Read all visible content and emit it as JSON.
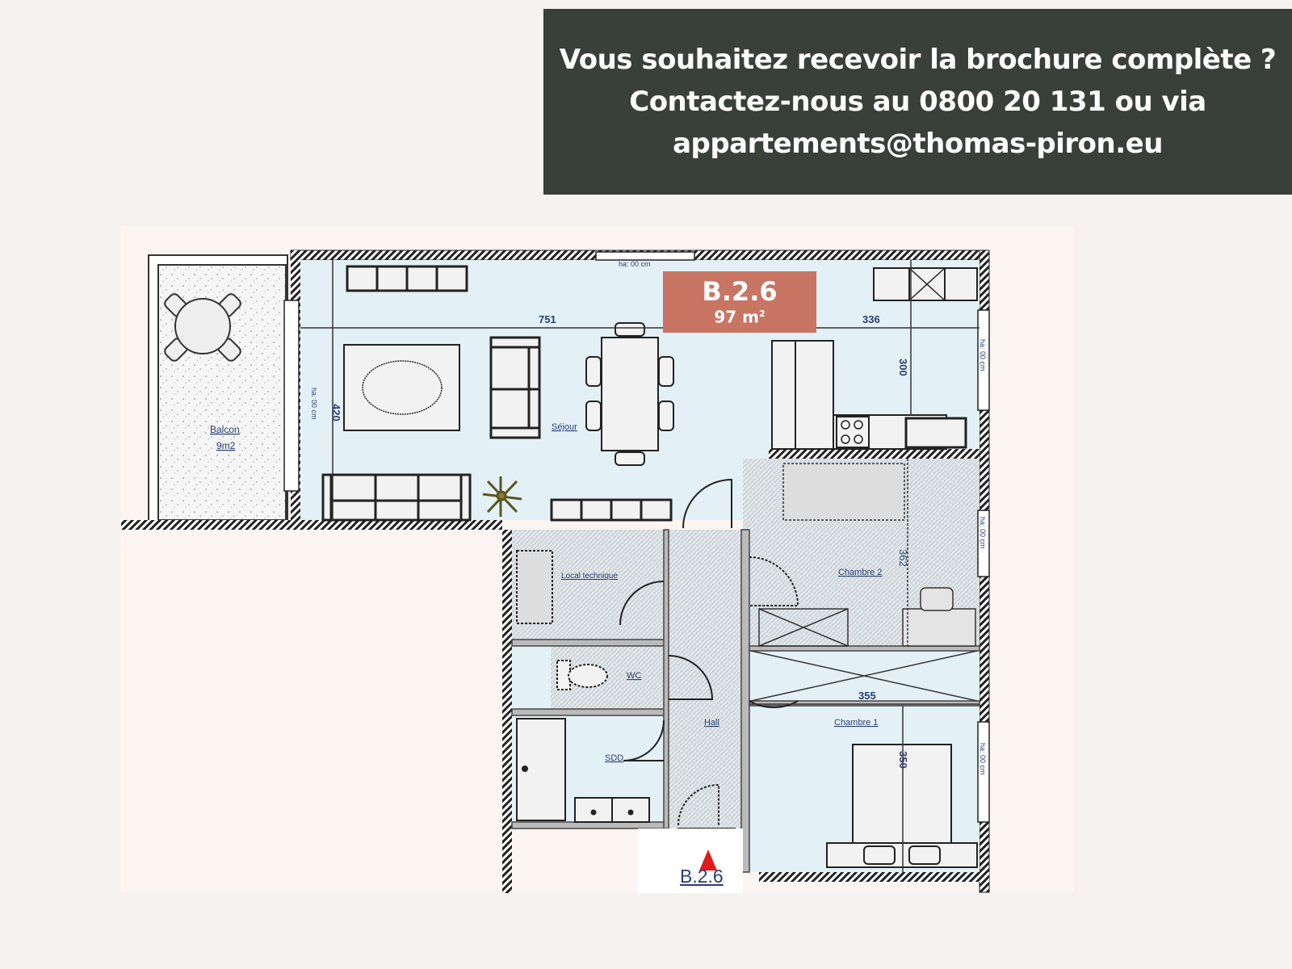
{
  "banner": {
    "line1": "Vous souhaitez recevoir la brochure complète ?",
    "line2": "Contactez-nous au 0800 20 131 ou via",
    "line3": "appartements@thomas-piron.eu",
    "background": "#394039",
    "text_color": "#ffffff"
  },
  "unit": {
    "code": "B.2.6",
    "area_value": "97",
    "area_unit": "m",
    "area_exp": "2",
    "tag_color": "#c87564"
  },
  "rooms": {
    "balcony": {
      "name": "Balcon",
      "area": "9m2"
    },
    "living": {
      "name": "Séjour"
    },
    "technical": {
      "name": "Local technique"
    },
    "wc": {
      "name": "WC"
    },
    "bathroom": {
      "name": "SDD"
    },
    "hall": {
      "name": "Hall"
    },
    "bedroom2": {
      "name": "Chambre 2"
    },
    "bedroom1": {
      "name": "Chambre 1"
    }
  },
  "dimensions": {
    "living_width": "751",
    "living_depth": "420",
    "kitchen_width": "336",
    "kitchen_depth": "300",
    "bedroom2_depth": "362",
    "bedroom1_width": "355",
    "bedroom1_depth": "350"
  },
  "window_notes": {
    "top": "ha: 00 cm",
    "left": "ha: 00 cm",
    "right_1": "ha: 00 cm",
    "right_2": "ha: 00 cm",
    "right_3": "ha: 00 cm"
  },
  "entry": {
    "label": "B.2.6",
    "arrow_color": "#e11b1b"
  },
  "colors": {
    "page_bg": "#f6f2ef",
    "room_fill": "#e3f1f7",
    "service_fill": "#d9dfe2",
    "furniture": "#f2f2f2",
    "wall": "#2a2a2a"
  }
}
